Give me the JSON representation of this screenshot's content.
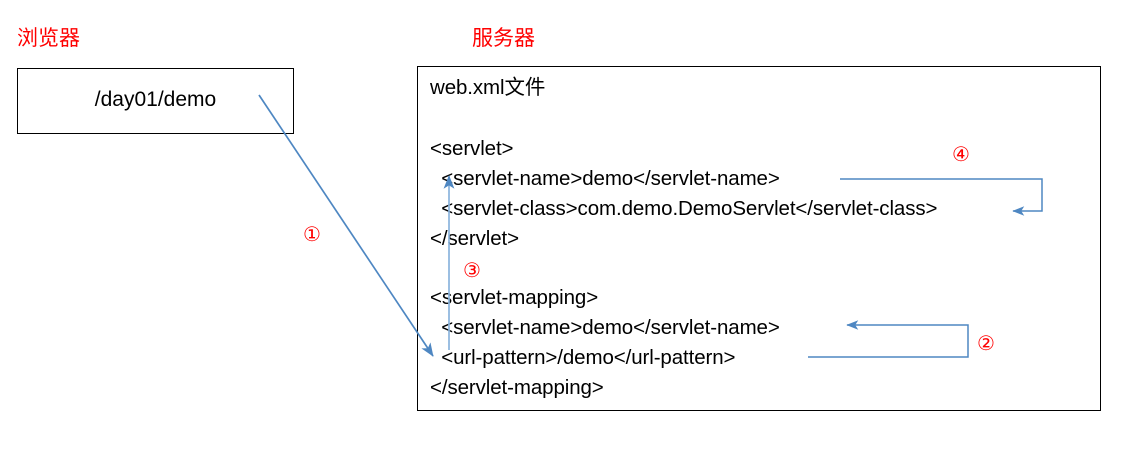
{
  "diagram": {
    "browser": {
      "title": "浏览器",
      "url_value": "/day01/demo"
    },
    "server": {
      "title": "服务器",
      "file_label": "web.xml文件",
      "code_lines": [
        {
          "id": "servlet-open",
          "text": "<servlet>"
        },
        {
          "id": "servlet-name-1",
          "text": "  <servlet-name>demo</servlet-name>"
        },
        {
          "id": "servlet-class",
          "text": "  <servlet-class>com.demo.DemoServlet</servlet-class>"
        },
        {
          "id": "servlet-close",
          "text": "</servlet>"
        },
        {
          "id": "servlet-mapping-open",
          "text": "<servlet-mapping>"
        },
        {
          "id": "servlet-name-2",
          "text": "  <servlet-name>demo</servlet-name>"
        },
        {
          "id": "url-pattern",
          "text": "  <url-pattern>/demo</url-pattern>"
        },
        {
          "id": "servlet-mapping-close",
          "text": "</servlet-mapping>"
        }
      ]
    },
    "step_markers": [
      {
        "id": "step-1",
        "label": "①"
      },
      {
        "id": "step-2",
        "label": "②"
      },
      {
        "id": "step-3",
        "label": "③"
      },
      {
        "id": "step-4",
        "label": "④"
      }
    ],
    "colors": {
      "accent_red": "#ff0000",
      "arrow_blue": "#4e87c2",
      "box_border": "#000000",
      "text": "#000000"
    }
  }
}
